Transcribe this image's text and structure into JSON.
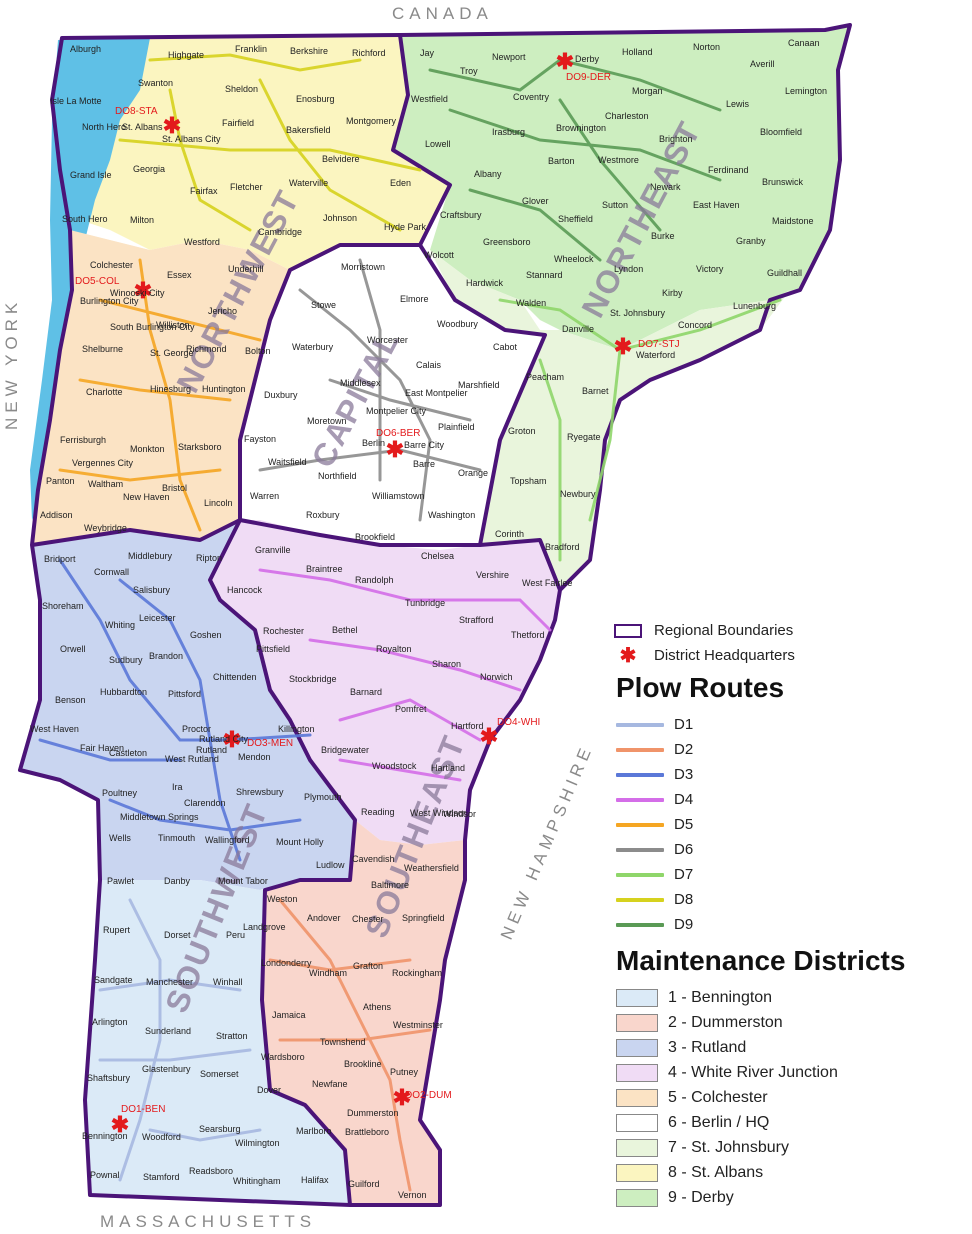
{
  "borders": {
    "canada": "CANADA",
    "massachusetts": "MASSACHUSETTS",
    "new_york": "NEW YORK",
    "new_hampshire": "NEW HAMPSHIRE"
  },
  "regions": {
    "northwest": "NORTHWEST",
    "northeast": "NORTHEAST",
    "capital": "CAPITAL",
    "southwest": "SOUTHWEST",
    "southeast": "SOUTHEAST"
  },
  "headquarters": [
    {
      "code": "DO8-STA"
    },
    {
      "code": "DO9-DER"
    },
    {
      "code": "DO5-COL"
    },
    {
      "code": "DO7-STJ"
    },
    {
      "code": "DO6-BER"
    },
    {
      "code": "DO3-MEN"
    },
    {
      "code": "DO4-WHI"
    },
    {
      "code": "DO1-BEN"
    },
    {
      "code": "DO2-DUM"
    }
  ],
  "towns": [
    "Alburgh",
    "Highgate",
    "Franklin",
    "Berkshire",
    "Richford",
    "Jay",
    "Newport",
    "Derby",
    "Holland",
    "Norton",
    "Canaan",
    "Swanton",
    "Sheldon",
    "Enosburg",
    "Troy",
    "Coventry",
    "Morgan",
    "Averill",
    "Lemington",
    "Isle La Motte",
    "North Hero",
    "St. Albans",
    "St. Albans City",
    "Fairfield",
    "Bakersfield",
    "Montgomery",
    "Westfield",
    "Irasburg",
    "Brownington",
    "Charleston",
    "Lewis",
    "Brighton",
    "Bloomfield",
    "Grand Isle",
    "Georgia",
    "Fletcher",
    "Waterville",
    "Belvidere",
    "Eden",
    "Lowell",
    "Albany",
    "Barton",
    "Westmore",
    "Ferdinand",
    "Brunswick",
    "Newark",
    "Glover",
    "Sutton",
    "East Haven",
    "South Hero",
    "Milton",
    "Fairfax",
    "Johnson",
    "Hyde Park",
    "Craftsbury",
    "Sheffield",
    "Burke",
    "Maidstone",
    "Granby",
    "Westford",
    "Cambridge",
    "Greensboro",
    "Wheelock",
    "Lyndon",
    "Victory",
    "Guildhall",
    "Colchester",
    "Essex",
    "Underhill",
    "Morristown",
    "Wolcott",
    "Hardwick",
    "Stannard",
    "Kirby",
    "Winooski City",
    "Burlington City",
    "Jericho",
    "Stowe",
    "Elmore",
    "Walden",
    "St. Johnsbury",
    "Lunenburg",
    "South Burlington City",
    "Williston",
    "Woodbury",
    "Danville",
    "Concord",
    "Shelburne",
    "St. George",
    "Richmond",
    "Bolton",
    "Waterbury",
    "Worcester",
    "Cabot",
    "Waterford",
    "Calais",
    "Hinesburg",
    "Huntington",
    "Middlesex",
    "East Montpelier",
    "Marshfield",
    "Peacham",
    "Charlotte",
    "Duxbury",
    "Moretown",
    "Montpelier City",
    "Barnet",
    "Ferrisburgh",
    "Fayston",
    "Berlin",
    "Barre City",
    "Plainfield",
    "Groton",
    "Ryegate",
    "Vergennes City",
    "Monkton",
    "Starksboro",
    "Waitsfield",
    "Northfield",
    "Barre",
    "Orange",
    "Panton",
    "Waltham",
    "Bristol",
    "Topsham",
    "Newbury",
    "New Haven",
    "Warren",
    "Williamstown",
    "Addison",
    "Lincoln",
    "Roxbury",
    "Washington",
    "Corinth",
    "Weybridge",
    "Brookfield",
    "Bradford",
    "Bridport",
    "Middlebury",
    "Ripton",
    "Granville",
    "Chelsea",
    "Cornwall",
    "Braintree",
    "Randolph",
    "Vershire",
    "West Fairlee",
    "Salisbury",
    "Shoreham",
    "Hancock",
    "Tunbridge",
    "Leicester",
    "Whiting",
    "Goshen",
    "Rochester",
    "Bethel",
    "Strafford",
    "Thetford",
    "Orwell",
    "Sudbury",
    "Brandon",
    "Pittsfield",
    "Royalton",
    "Sharon",
    "Chittenden",
    "Stockbridge",
    "Norwich",
    "Hubbardton",
    "Pittsford",
    "Barnard",
    "Benson",
    "Pomfret",
    "Killington",
    "Proctor",
    "Rutland City",
    "Hartford",
    "West Haven",
    "Fair Haven",
    "Castleton",
    "Mendon",
    "Bridgewater",
    "West Rutland",
    "Rutland",
    "Woodstock",
    "Hartland",
    "Ira",
    "Shrewsbury",
    "Plymouth",
    "Poultney",
    "Clarendon",
    "Reading",
    "West Windsor",
    "Windsor",
    "Middletown Springs",
    "Tinmouth",
    "Wallingford",
    "Mount Holly",
    "Wells",
    "Ludlow",
    "Cavendish",
    "Weathersfield",
    "Pawlet",
    "Danby",
    "Mount Tabor",
    "Baltimore",
    "Weston",
    "Andover",
    "Chester",
    "Springfield",
    "Rupert",
    "Dorset",
    "Peru",
    "Landgrove",
    "Londonderry",
    "Windham",
    "Grafton",
    "Rockingham",
    "Sandgate",
    "Manchester",
    "Winhall",
    "Athens",
    "Arlington",
    "Sunderland",
    "Stratton",
    "Jamaica",
    "Westminster",
    "Townshend",
    "Wardsboro",
    "Brookline",
    "Putney",
    "Shaftsbury",
    "Glastenbury",
    "Somerset",
    "Newfane",
    "Dover",
    "Dummerston",
    "Bennington",
    "Woodford",
    "Searsburg",
    "Wilmington",
    "Marlboro",
    "Brattleboro",
    "Pownal",
    "Stamford",
    "Readsboro",
    "Whitingham",
    "Halifax",
    "Guilford",
    "Vernon"
  ],
  "legend": {
    "regional_boundaries": "Regional Boundaries",
    "district_headquarters": "District Headquarters",
    "plow_routes_title": "Plow Routes",
    "routes": [
      {
        "label": "D1",
        "color": "#a6b8e0"
      },
      {
        "label": "D2",
        "color": "#f0946a"
      },
      {
        "label": "D3",
        "color": "#5b78d8"
      },
      {
        "label": "D4",
        "color": "#d46ee8"
      },
      {
        "label": "D5",
        "color": "#f5a623"
      },
      {
        "label": "D6",
        "color": "#8c8c8c"
      },
      {
        "label": "D7",
        "color": "#8fd66a"
      },
      {
        "label": "D8",
        "color": "#d6d21e"
      },
      {
        "label": "D9",
        "color": "#5a9a55"
      }
    ],
    "districts_title": "Maintenance Districts",
    "districts": [
      {
        "label": "1 - Bennington",
        "color": "#dbeaf7"
      },
      {
        "label": "2 - Dummerston",
        "color": "#f9d6cc"
      },
      {
        "label": "3 - Rutland",
        "color": "#c9d5f0"
      },
      {
        "label": "4 - White River Junction",
        "color": "#f0dcf5"
      },
      {
        "label": "5 - Colchester",
        "color": "#fbe3c4"
      },
      {
        "label": "6 - Berlin / HQ",
        "color": "#ffffff"
      },
      {
        "label": "7 - St. Johnsbury",
        "color": "#e9f5dc"
      },
      {
        "label": "8 - St. Albans",
        "color": "#fbf5c0"
      },
      {
        "label": "9 - Derby",
        "color": "#cdeec0"
      }
    ]
  }
}
